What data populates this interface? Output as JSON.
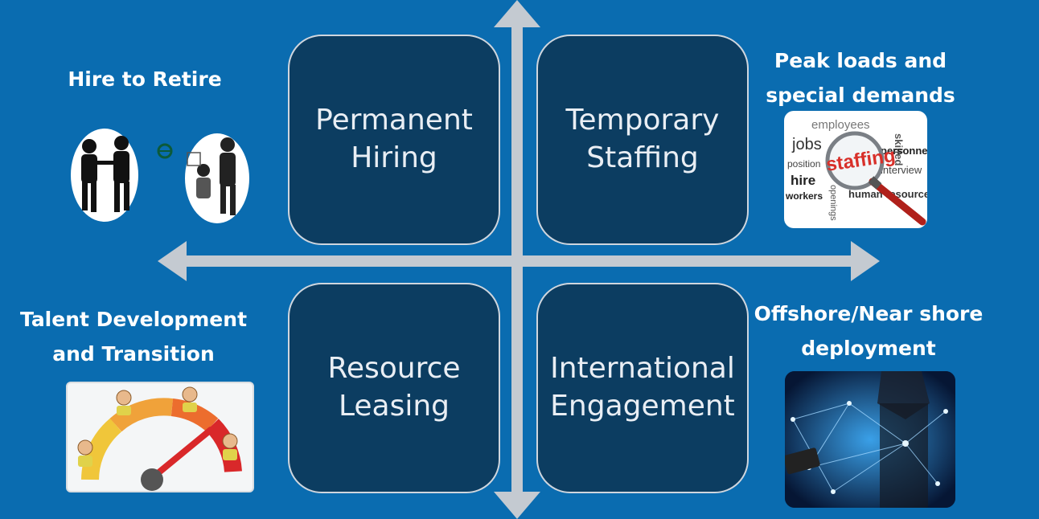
{
  "colors": {
    "background": "#0a6cb0",
    "quadrant_fill": "#0c3d61",
    "quadrant_border": "#cfd6de",
    "axis": "#c4cad1",
    "label_text": "#ffffff"
  },
  "quadrants": {
    "top_left": "Permanent\nHiring",
    "top_right": "Temporary\nStaffing",
    "bottom_left": "Resource\nLeasing",
    "bottom_right": "International\nEngagement"
  },
  "labels": {
    "top_left": "Hire to Retire",
    "top_right": "Peak loads and\nspecial demands",
    "bottom_left": "Talent Development\nand Transition",
    "bottom_right": "Offshore/Near shore\ndeployment"
  },
  "staffing_words": {
    "employees": "employees",
    "jobs": "jobs",
    "skilled": "skilled",
    "position": "position",
    "staffing": "staffing",
    "personnel": "personnel",
    "hire": "hire",
    "interview": "interview",
    "workers": "workers",
    "openings": "openings",
    "human_resources": "human resources"
  },
  "icons": {
    "handshake": "handshake-people-icon",
    "magnifier": "magnifying-glass-icon",
    "gauge": "talent-gauge-icon",
    "globe": "global-network-icon"
  }
}
